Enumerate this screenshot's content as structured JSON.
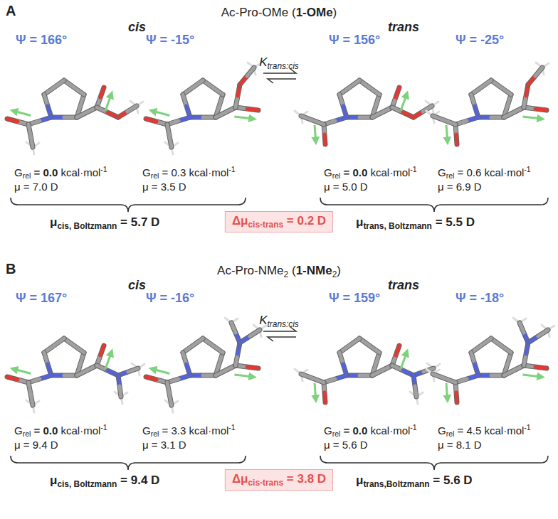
{
  "diagram": {
    "nodes": [
      {
        "text": [
          "Δμ",
          "cis-trans",
          "= 0.2 D"
        ]
      },
      {
        "text": [
          "Δμ",
          "cis-trans",
          "= 3.8 D"
        ]
      }
    ],
    "labels": [
      "A",
      "Ac-Pro-OMe",
      "(",
      "1-OMe",
      ")",
      "cis",
      "trans",
      "Ψ = 166°",
      "Ψ = -15°",
      "Ψ = 156°",
      "Ψ = -25°",
      "K",
      "trans:cis",
      "G",
      "rel",
      "= 0.0",
      "kcal·mol",
      "-1",
      "G",
      "rel",
      "= 0.3",
      "kcal·mol",
      "-1",
      "G",
      "rel",
      "= 0.0",
      "kcal·mol",
      "-1",
      "G",
      "rel",
      "= 0.6",
      "kcal·mol",
      "-1",
      "μ = 7.0 D",
      "μ = 3.5 D",
      "μ = 5.0 D",
      "μ = 6.9 D",
      "μ",
      "cis, Boltzmann",
      "= 5.7 D",
      "μ",
      "trans, Boltzmann",
      "= 5.5 D",
      "B",
      "Ac-Pro-NMe",
      "2",
      "(",
      "1-NMe",
      "2",
      ")",
      "cis",
      "trans",
      "Ψ = 167°",
      "Ψ = -16°",
      "Ψ = 159°",
      "Ψ = -18°",
      "K",
      "trans:cis",
      "G",
      "rel",
      "= 0.0",
      "kcal·mol",
      "-1",
      "G",
      "rel",
      "= 3.3",
      "kcal·mol",
      "-1",
      "G",
      "rel",
      "= 0.0",
      "kcal·mol",
      "-1",
      "G",
      "rel",
      "= 4.5",
      "kcal·mol",
      "-1",
      "μ = 9.4 D",
      "μ = 3.1 D",
      "μ = 5.6 D",
      "μ = 8.1 D",
      "μ",
      "cis, Boltzmann",
      "= 9.4 D",
      "μ",
      "trans,Boltzmann",
      "= 5.6 D"
    ]
  }
}
